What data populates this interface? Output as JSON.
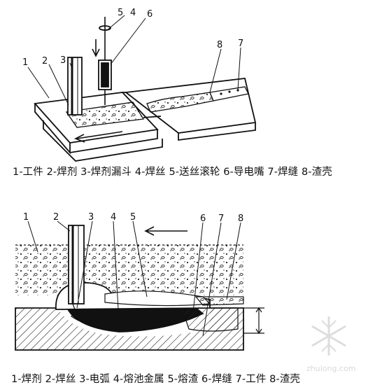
{
  "figure1": {
    "callouts": [
      "1",
      "2",
      "3",
      "4",
      "5",
      "6",
      "7",
      "8"
    ],
    "caption": "1-工件 2-焊剂 3-焊剂漏斗 4-焊丝    5-送丝滚轮 6-导电嘴 7-焊缝 8-渣壳"
  },
  "figure2": {
    "callouts": [
      "1",
      "2",
      "3",
      "4",
      "5",
      "6",
      "7",
      "8"
    ],
    "caption": "1-焊剂 2-焊丝 3-电弧 4-熔池金属 5-熔渣 6-焊缝 7-工件 8-渣壳"
  },
  "watermark": {
    "text": "zhulong.com"
  }
}
